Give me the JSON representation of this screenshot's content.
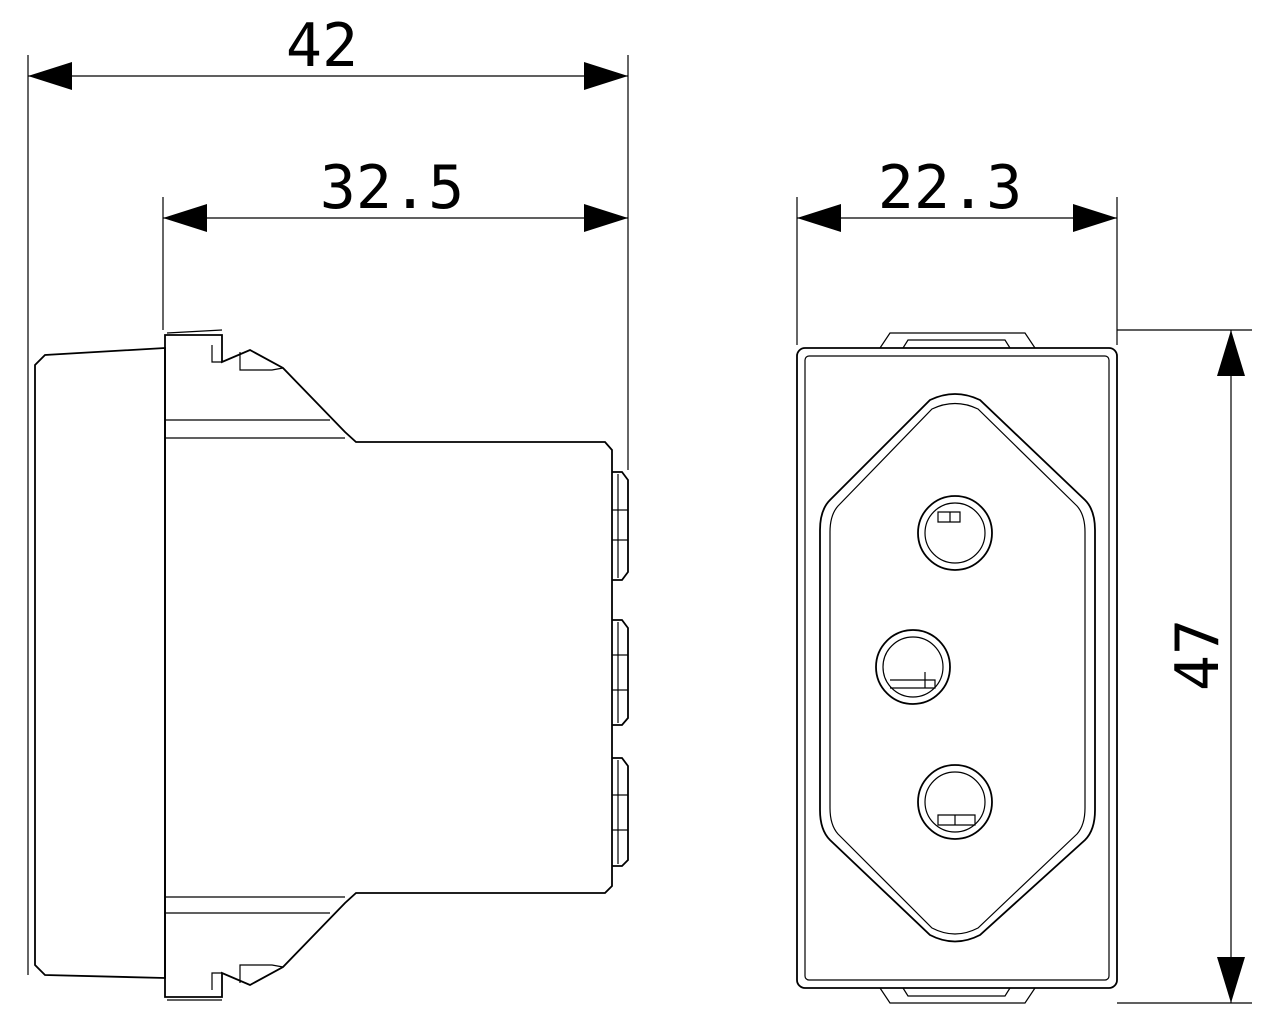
{
  "dimensions": {
    "overall_depth": "42",
    "body_depth": "32.5",
    "front_width": "22.3",
    "front_height": "47"
  }
}
